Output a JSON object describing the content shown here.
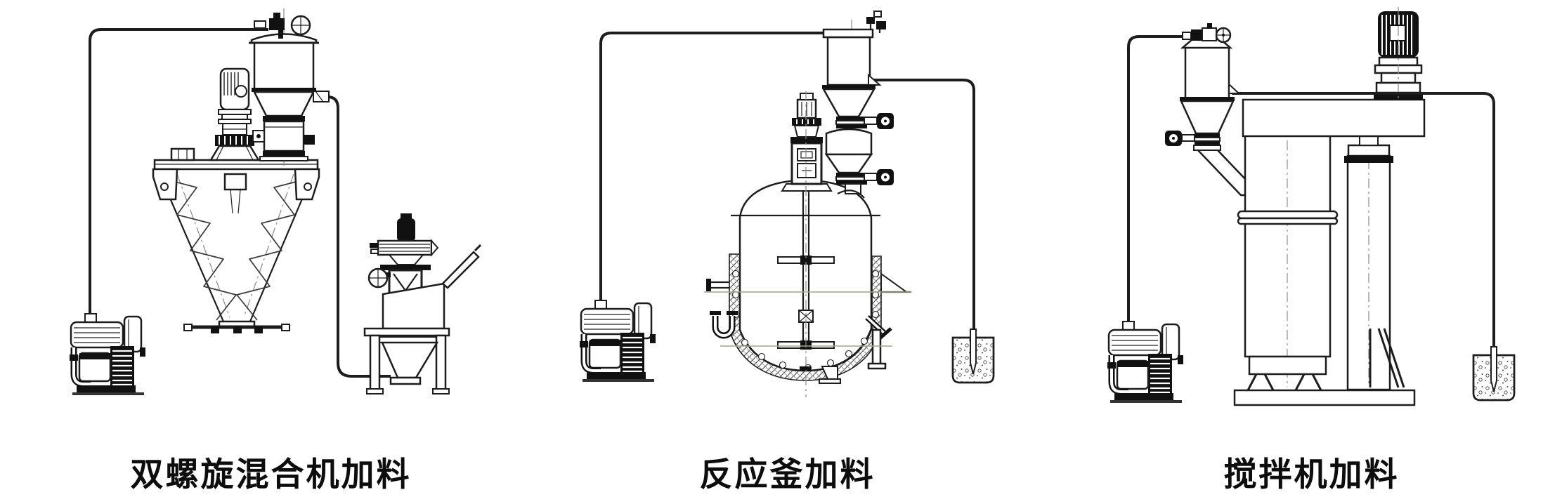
{
  "page": {
    "background_color": "#ffffff",
    "line_color": "#1d1d1d",
    "description_style": "black-and-white engineering line drawing, three vacuum conveying feeding schemes"
  },
  "diagrams": [
    {
      "id": "double-screw-mixer-feeding",
      "caption": "双螺旋混合机加料"
    },
    {
      "id": "reactor-feeding",
      "caption": "反应釜加料"
    },
    {
      "id": "mixer-feeding",
      "caption": "搅拌机加料"
    }
  ]
}
